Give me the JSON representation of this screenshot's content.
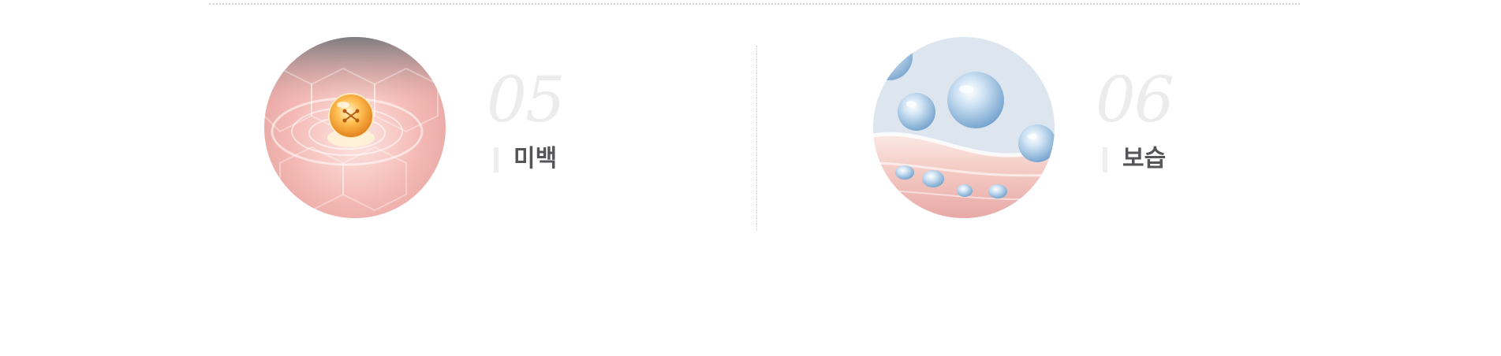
{
  "features": [
    {
      "number": "05",
      "label": "미백",
      "image": "whitening-capsule-illustration"
    },
    {
      "number": "06",
      "label": "보습",
      "image": "moisture-droplets-illustration"
    }
  ],
  "colors": {
    "number": "#ececec",
    "label": "#555558",
    "accent_bar": "#eeeeee",
    "divider": "#c8c8c8"
  }
}
